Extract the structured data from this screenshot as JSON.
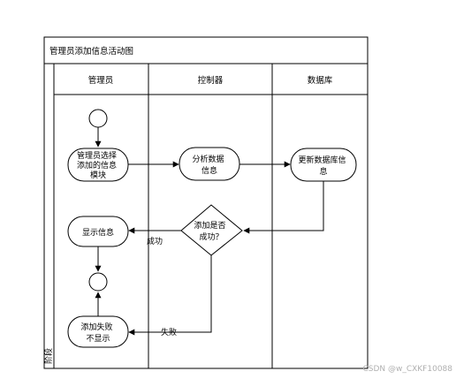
{
  "diagram": {
    "title": "管理员添加信息活动图",
    "side_label": "阶段",
    "lanes": [
      "管理员",
      "控制器",
      "数据库"
    ],
    "nodes": {
      "admin_select": [
        "管理员选择",
        "添加的信息",
        "模块"
      ],
      "analyze": [
        "分析数据",
        "信息"
      ],
      "update_db": [
        "更新数据库信",
        "息"
      ],
      "decision": [
        "添加是否",
        "成功？"
      ],
      "show_info": [
        "显示信息"
      ],
      "fail_show": [
        "添加失败",
        "不显示"
      ]
    },
    "edge_labels": {
      "success": "成功",
      "failure": "失败"
    }
  },
  "watermark": "CSDN @w_CXKF10088"
}
